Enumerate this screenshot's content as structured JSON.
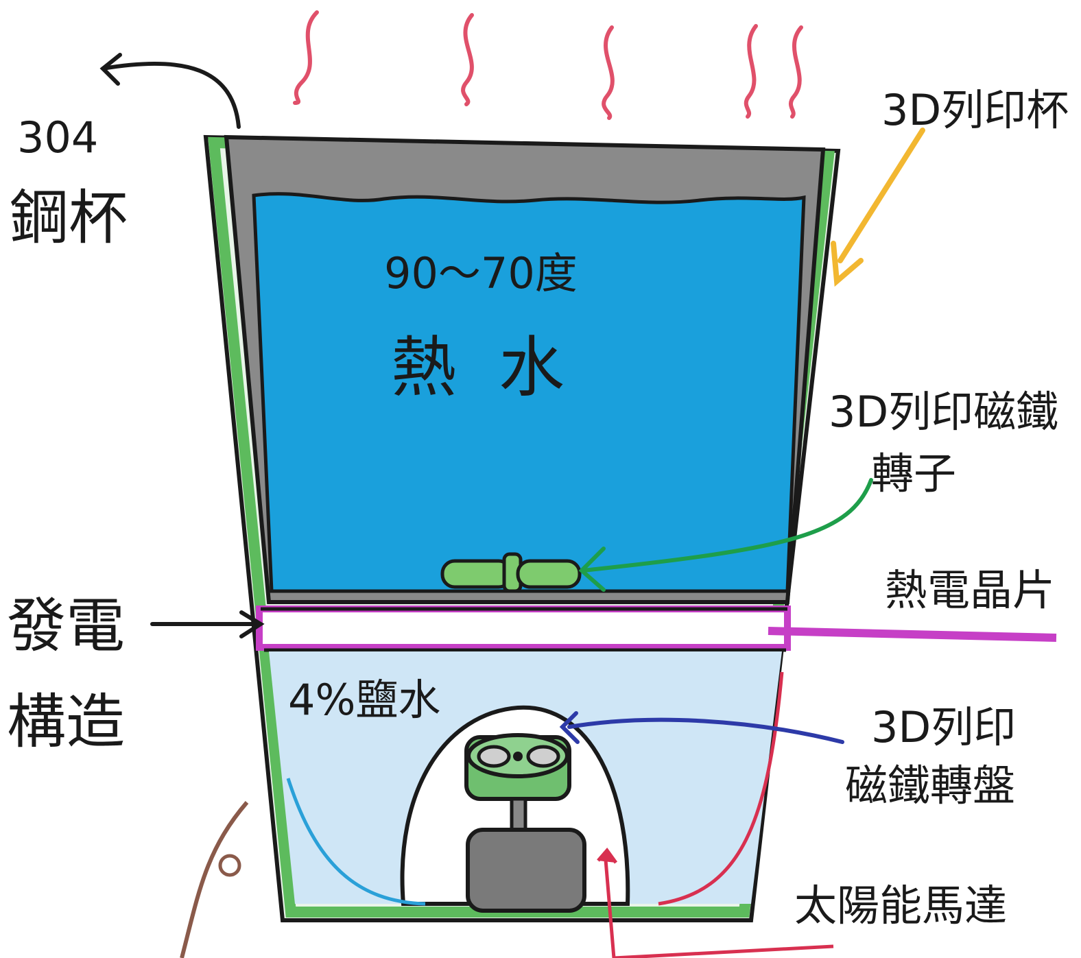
{
  "labels": {
    "steel_cup_grade": "304",
    "steel_cup": "鋼杯",
    "print_cup": "3D列印杯",
    "temperature": "90～70度",
    "hot_water": "熱  水",
    "rotor_line1": "3D列印磁鐵",
    "rotor_line2": "轉子",
    "thermo_chip": "熱電晶片",
    "power_line1": "發電",
    "power_line2": "構造",
    "salt_water": "4%鹽水",
    "turntable_line1": "3D列印",
    "turntable_line2": "磁鐵轉盤",
    "solar_motor": "太陽能馬達"
  },
  "colors": {
    "hot_water": "#1aa0dc",
    "salt_water": "#cfe6f6",
    "steel": "#8a8a8a",
    "print_cup_outline": "#5dbb5d",
    "thermo_chip": "#c63fc6",
    "steam": "#e0506a",
    "arrow_steel": "#1a1a1a",
    "arrow_print_cup": "#f2b731",
    "arrow_rotor": "#1e9e4a",
    "arrow_turntable": "#2d3aa8",
    "wire_brown": "#8a5a4a",
    "wire_red": "#d83050"
  }
}
